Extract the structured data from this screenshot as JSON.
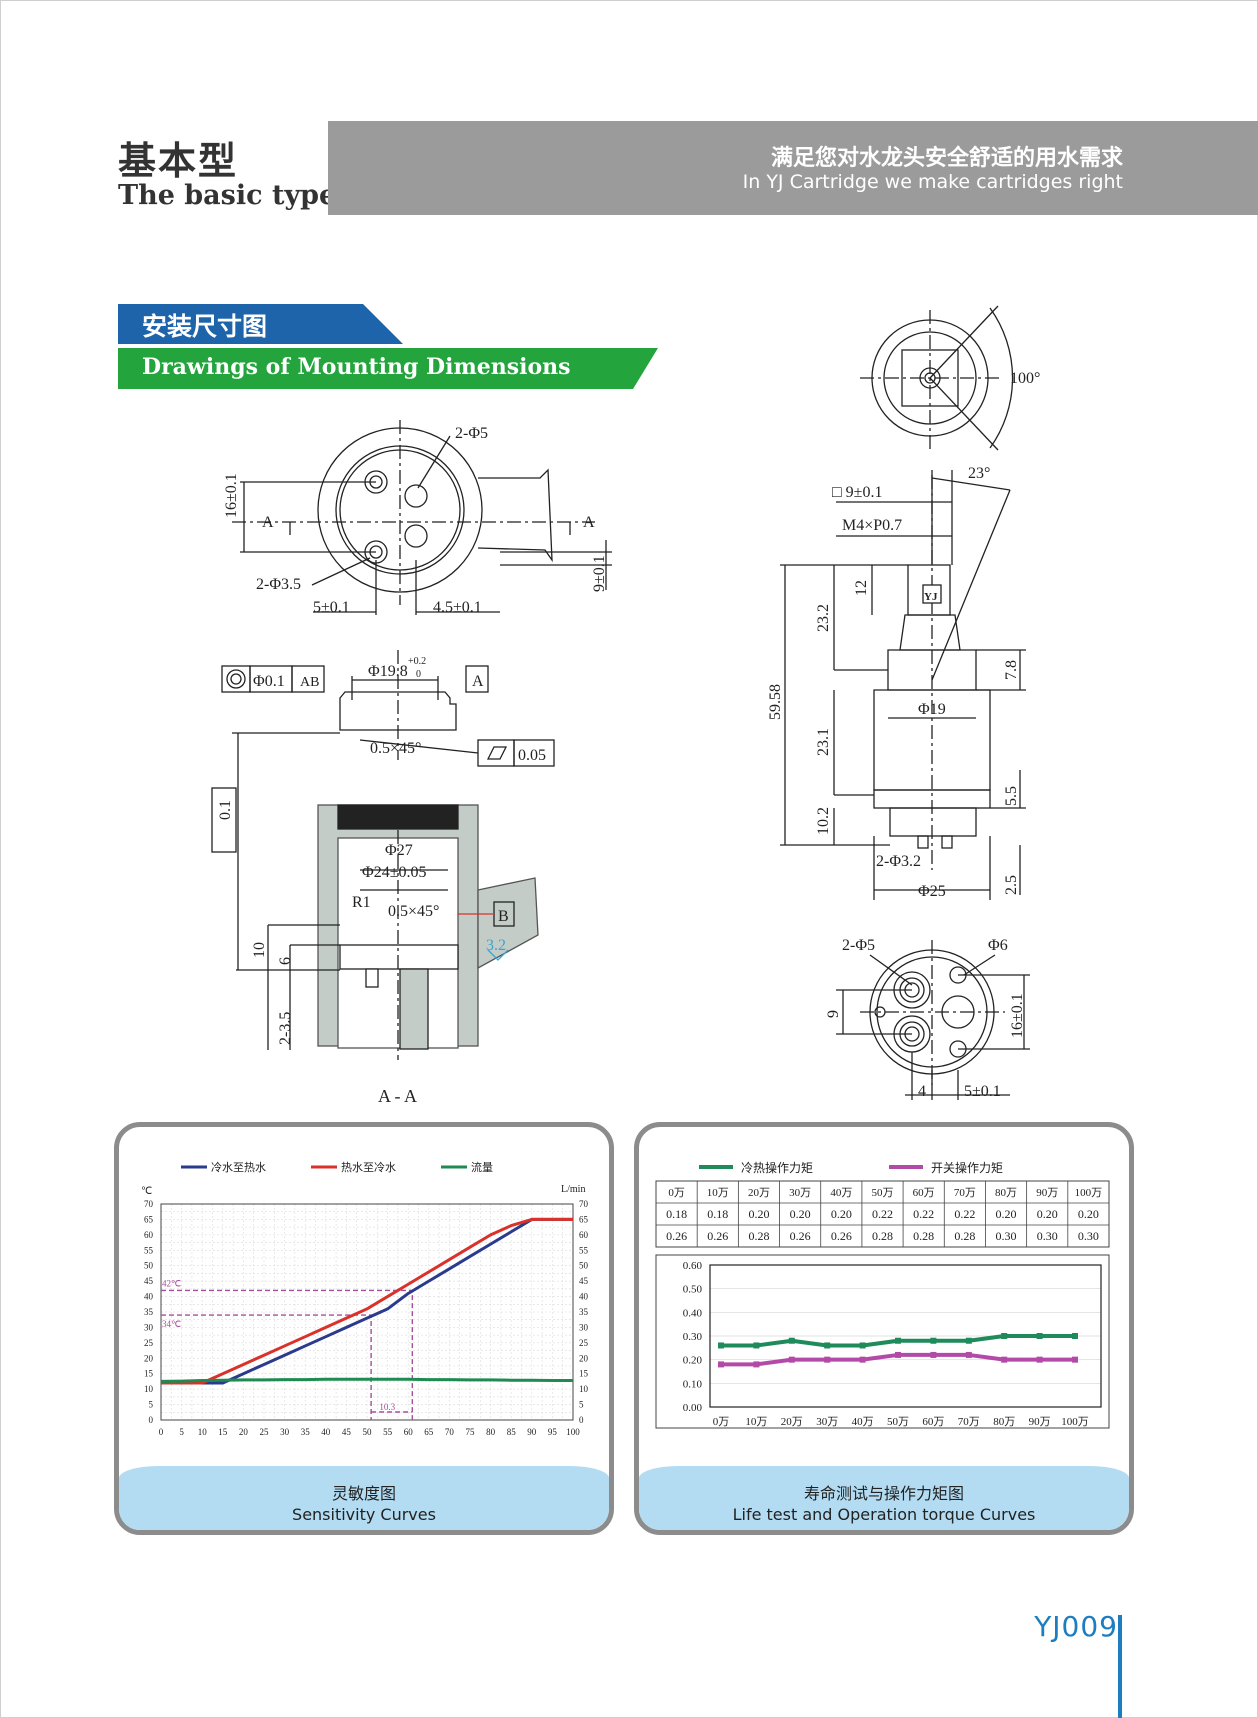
{
  "header": {
    "title_cn": "基本型",
    "title_en": "The basic type",
    "slogan_cn": "满足您对水龙头安全舒适的用水需求",
    "slogan_en": "In YJ Cartridge we make cartridges right"
  },
  "section": {
    "title_cn": "安装尺寸图",
    "title_en": "Drawings of Mounting Dimensions"
  },
  "drawing_left": {
    "top_view": {
      "d1": "2-Φ5",
      "d2": "16±0.1",
      "d3": "2-Φ3.5",
      "d4": "5±0.1",
      "d5": "4.5±0.1",
      "d6": "9±0.1",
      "a_left": "A",
      "a_right": "A"
    },
    "tolerance": {
      "sym": "Φ0.1",
      "ref": "AB",
      "dia": "Φ19.8",
      "tol_up": "+0.2",
      "tol_lo": "0",
      "datum": "A",
      "chamfer": "0.5×45°",
      "flat": "0.05"
    },
    "section": {
      "parallel": "0.1",
      "d27": "Φ27",
      "d24": "Φ24±0.05",
      "r1": "R1",
      "chamfer": "0.5×45°",
      "datum_b": "B",
      "rough": "3.2",
      "h10": "10",
      "h6": "6",
      "h2": "2-3.5",
      "label": "A - A"
    }
  },
  "drawing_right": {
    "angle_top": "100°",
    "angle_side": "23°",
    "square": "□ 9±0.1",
    "thread": "M4×P0.7",
    "logo": "YJ",
    "dims": {
      "h59": "59.58",
      "h23_2": "23.2",
      "h12": "12",
      "h7_8": "7.8",
      "d19": "Φ19",
      "h23_1": "23.1",
      "h5_5": "5.5",
      "h10_2": "10.2",
      "pins": "2-Φ3.2",
      "h2_5": "2.5",
      "d25": "Φ25"
    },
    "bottom": {
      "holes": "2-Φ5",
      "d6": "Φ6",
      "h9": "9",
      "h16": "16±0.1",
      "w4": "4",
      "w5": "5±0.1"
    }
  },
  "sensitivity_panel": {
    "caption_cn": "灵敏度图",
    "caption_en": "Sensitivity Curves",
    "unit_left": "℃",
    "unit_right": "L/min",
    "annot_42": "42℃",
    "annot_34": "34℃",
    "annot_103": "10.3"
  },
  "life_panel": {
    "caption_cn": "寿命测试与操作力矩图",
    "caption_en": "Life test and Operation torque Curves",
    "legend": [
      "冷热操作力矩",
      "开关操作力矩"
    ],
    "table_header": [
      "0万",
      "10万",
      "20万",
      "30万",
      "40万",
      "50万",
      "60万",
      "70万",
      "80万",
      "90万",
      "100万"
    ],
    "table_row1": [
      "0.18",
      "0.18",
      "0.20",
      "0.20",
      "0.20",
      "0.22",
      "0.22",
      "0.22",
      "0.20",
      "0.20",
      "0.20"
    ],
    "table_row2": [
      "0.26",
      "0.26",
      "0.28",
      "0.26",
      "0.26",
      "0.28",
      "0.28",
      "0.28",
      "0.30",
      "0.30",
      "0.30"
    ]
  },
  "chart_data": [
    {
      "type": "line",
      "x": [
        0,
        5,
        10,
        15,
        20,
        25,
        30,
        35,
        40,
        45,
        50,
        55,
        60,
        65,
        70,
        75,
        80,
        85,
        90,
        95,
        100
      ],
      "xlim": [
        0,
        100
      ],
      "ylim": [
        0,
        70
      ],
      "yticks": [
        0,
        5,
        10,
        15,
        20,
        25,
        30,
        35,
        40,
        45,
        50,
        55,
        60,
        65,
        70
      ],
      "grid": true,
      "legend_position": "top",
      "series": [
        {
          "name": "冷水至热水",
          "color": "#2a3a8c",
          "values": [
            12,
            12,
            12,
            12,
            15,
            18,
            21,
            24,
            27,
            30,
            33,
            36,
            41,
            45,
            49,
            53,
            57,
            61,
            65,
            65,
            65
          ]
        },
        {
          "name": "热水至冷水",
          "color": "#d8322a",
          "values": [
            12,
            12,
            12,
            15,
            18,
            21,
            24,
            27,
            30,
            33,
            36,
            40,
            44,
            48,
            52,
            56,
            60,
            63,
            65,
            65,
            65
          ]
        },
        {
          "name": "流量",
          "color": "#1f8a52",
          "values": [
            12.5,
            12.6,
            12.8,
            12.9,
            13.0,
            13.0,
            13.1,
            13.1,
            13.2,
            13.2,
            13.2,
            13.2,
            13.2,
            13.1,
            13.1,
            13.0,
            13.0,
            12.9,
            12.9,
            12.8,
            12.8
          ]
        }
      ]
    },
    {
      "type": "line",
      "categories": [
        "0万",
        "10万",
        "20万",
        "30万",
        "40万",
        "50万",
        "60万",
        "70万",
        "80万",
        "90万",
        "100万"
      ],
      "ylim": [
        0,
        0.6
      ],
      "yticks": [
        "0.00",
        "0.10",
        "0.20",
        "0.30",
        "0.40",
        "0.50",
        "0.60"
      ],
      "grid": true,
      "legend_position": "top",
      "series": [
        {
          "name": "冷热操作力矩",
          "color": "#1f8a5a",
          "values": [
            0.26,
            0.26,
            0.28,
            0.26,
            0.26,
            0.28,
            0.28,
            0.28,
            0.3,
            0.3,
            0.3
          ]
        },
        {
          "name": "开关操作力矩",
          "color": "#b34aa8",
          "values": [
            0.18,
            0.18,
            0.2,
            0.2,
            0.2,
            0.22,
            0.22,
            0.22,
            0.2,
            0.2,
            0.2
          ]
        }
      ]
    }
  ],
  "footer": {
    "model": "YJ009"
  }
}
